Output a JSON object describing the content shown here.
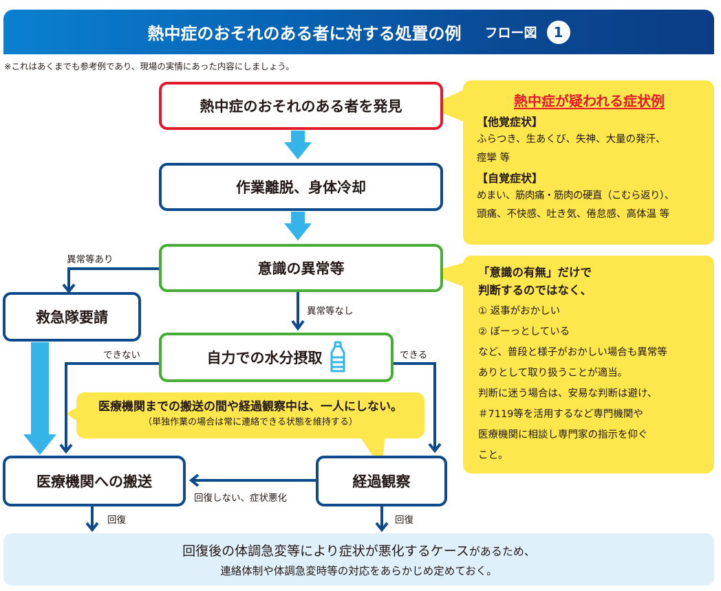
{
  "header": {
    "title": "熱中症のおそれのある者に対する処置の例",
    "subtitle": "フロー図",
    "number": "1"
  },
  "note": "※これはあくまでも参考例であり、現場の実情にあった内容にしましょう。",
  "colors": {
    "header_start": "#0a80d0",
    "header_end": "#0b3d85",
    "start_border": "#e1192a",
    "step_border": "#0d4a8c",
    "decision_border": "#45ac34",
    "flow_arrow": "#35b4ea",
    "callout_bg": "#fde74c",
    "footer_bg": "#e0f0fb"
  },
  "flow": {
    "discover": "熱中症のおそれのある者を発見",
    "remove_cool": "作業離脱、身体冷却",
    "consciousness": "意識の異常等",
    "ambulance": "救急隊要請",
    "hydration": "自力での水分摂取",
    "hospital": "医療機関への搬送",
    "observe": "経過観察",
    "hydration_icon": "water-bottle-icon"
  },
  "labels": {
    "abnormal_yes": "異常等あり",
    "abnormal_no": "異常等なし",
    "cannot": "できない",
    "can": "できる",
    "not_recovered": "回復しない、症状悪化",
    "recovered_left": "回復",
    "recovered_right": "回復"
  },
  "symptoms_callout": {
    "title": "熱中症が疑われる症状例",
    "objective_heading": "【他覚症状】",
    "objective_lines": [
      "ふらつき、生あくび、失神、大量の発汗、",
      "痙攣 等"
    ],
    "subjective_heading": "【自覚症状】",
    "subjective_lines": [
      "めまい、筋肉痛・筋肉の硬直（こむら返り）、",
      "頭痛、不快感、吐き気、倦怠感、高体温 等"
    ]
  },
  "consciousness_callout": {
    "bold_lines": [
      "「意識の有無」だけで",
      "判断するのではなく、"
    ],
    "lines": [
      "① 返事がおかしい",
      "② ぼーっとしている",
      "など、普段と様子がおかしい場合も異常等",
      "ありとして取り扱うことが適当。",
      "判断に迷う場合は、安易な判断は避け、",
      "＃7119等を活用するなど専門機関や",
      "医療機関に相談し専門家の指示を仰ぐ",
      "こと。"
    ]
  },
  "alone_callout": {
    "main": "医療機関までの搬送の間や経過観察中は、一人にしない。",
    "sub": "（単独作業の場合は常に連絡できる状態を維持する）"
  },
  "footer": {
    "line1_bold": "回復後の体調急変等により症状が悪化するケース",
    "line1_rest": "があるため、",
    "line2": "連絡体制や体調急変時等の対応をあらかじめ定めておく。"
  }
}
